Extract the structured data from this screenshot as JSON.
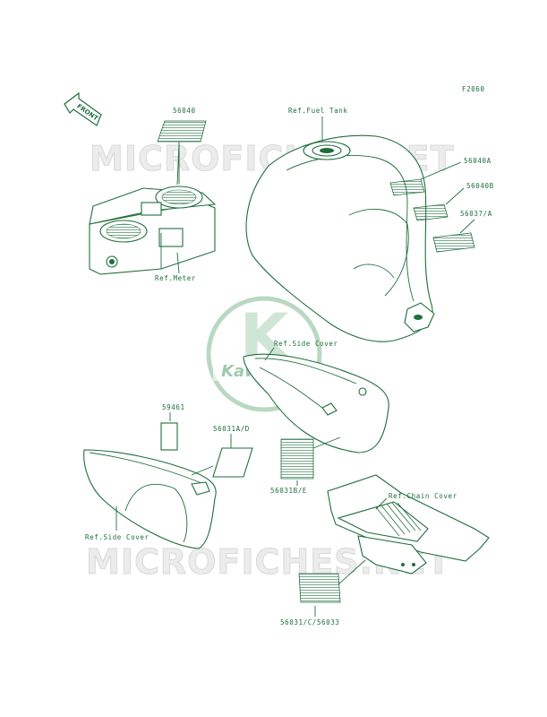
{
  "diagram": {
    "code": "F2060",
    "front_label": "FRONT",
    "watermark": "MICROFICHES.NET",
    "logo_text": "Kawasaki",
    "logo_letter": "K",
    "callouts": {
      "c56040": "56040",
      "meter": "Ref.Meter",
      "fuel_tank": "Ref.Fuel Tank",
      "c56040A": "56040A",
      "c56040B": "56040B",
      "c56037A": "56037/A",
      "side_cover_right": "Ref.Side Cover",
      "c59461": "59461",
      "c56031AD": "56031A/D",
      "c56031BE": "56031B/E",
      "chain_cover": "Ref.Chain Cover",
      "side_cover_left": "Ref.Side Cover",
      "c56031C56033": "56031/C/56033"
    },
    "colors": {
      "line": "#1f6e3c",
      "watermark": "#d9d9d9",
      "logo": "#b9d8c2"
    }
  }
}
